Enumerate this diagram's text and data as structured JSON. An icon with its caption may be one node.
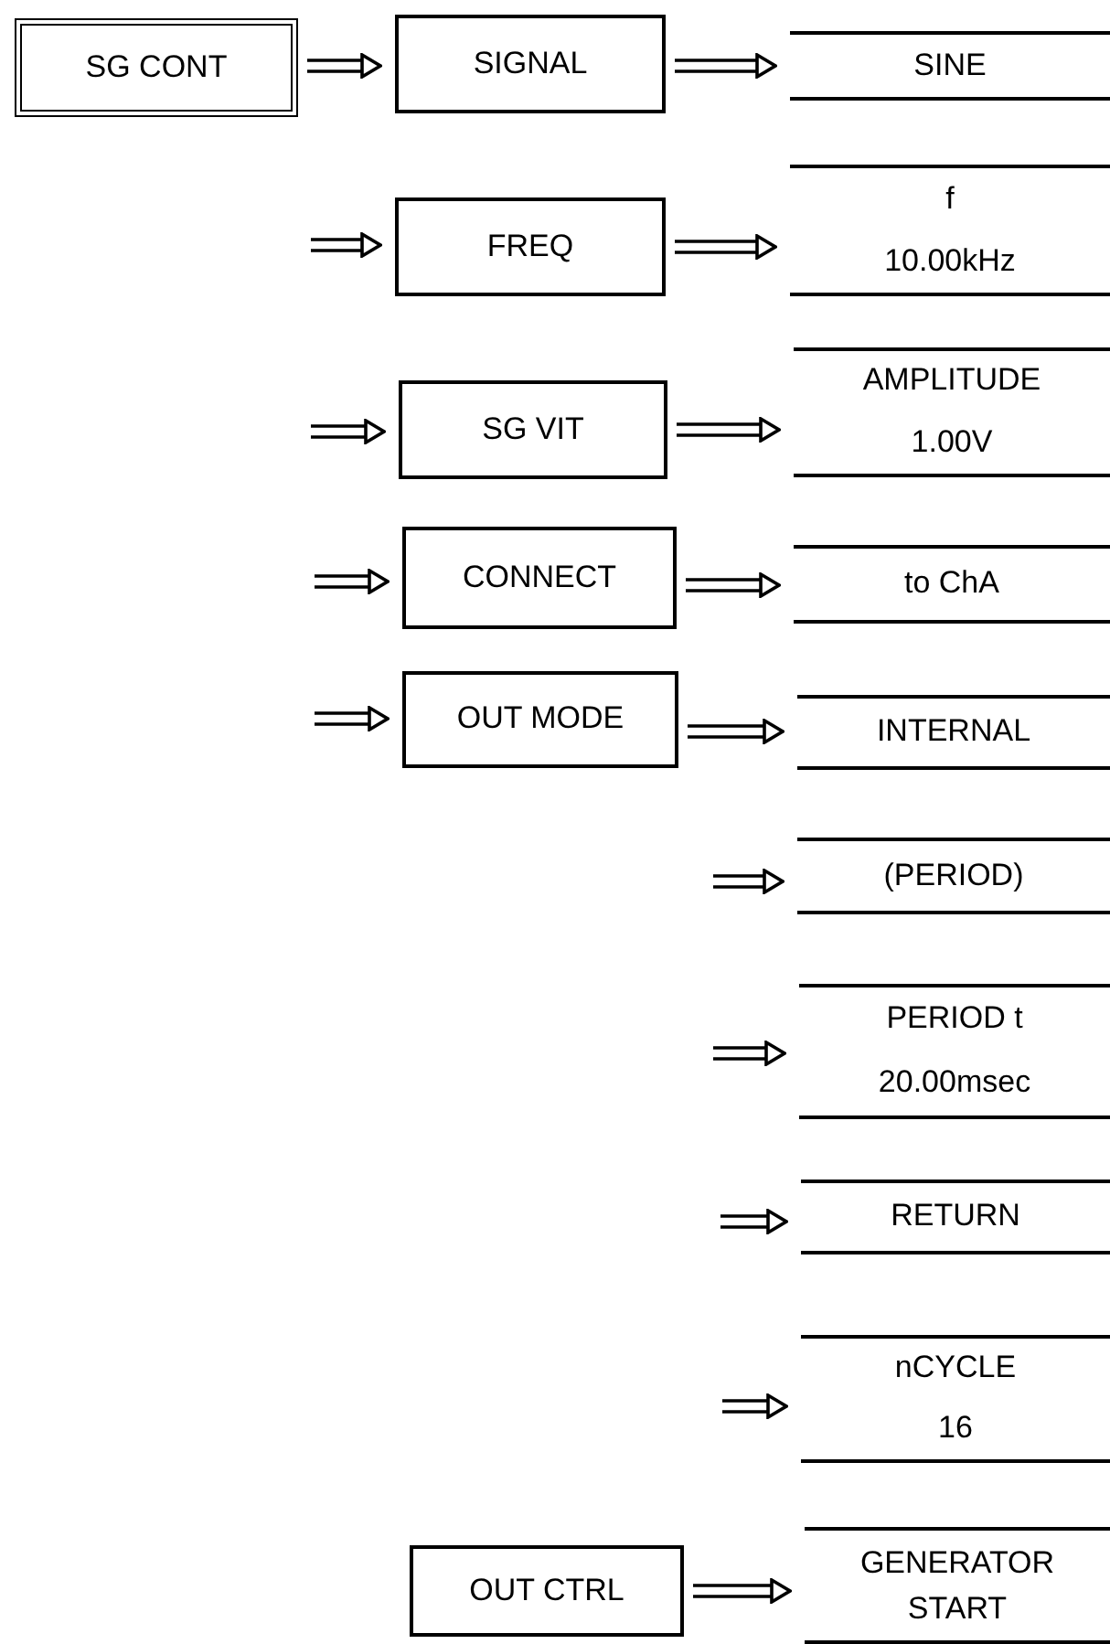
{
  "diagram": {
    "nodes": [
      {
        "text": [
          "SG CONT"
        ]
      },
      {
        "text": [
          "SIGNAL"
        ]
      },
      {
        "text": [
          "SINE"
        ]
      },
      {
        "text": [
          "FREQ"
        ]
      },
      {
        "text": [
          "f",
          "10.00kHz"
        ]
      },
      {
        "text": [
          "SG VIT"
        ]
      },
      {
        "text": [
          "AMPLITUDE",
          "1.00V"
        ]
      },
      {
        "text": [
          "CONNECT"
        ]
      },
      {
        "text": [
          "to ChA"
        ]
      },
      {
        "text": [
          "OUT MODE"
        ]
      },
      {
        "text": [
          "INTERNAL"
        ]
      },
      {
        "text": [
          "(PERIOD)"
        ]
      },
      {
        "text": [
          "PERIOD t",
          "20.00msec"
        ]
      },
      {
        "text": [
          "RETURN"
        ]
      },
      {
        "text": [
          "nCYCLE",
          "16"
        ]
      },
      {
        "text": [
          "OUT CTRL"
        ]
      },
      {
        "text": [
          "GENERATOR START"
        ]
      }
    ],
    "edges": [
      {
        "from": 0,
        "to": 1,
        "arrow": "to"
      },
      {
        "from": 1,
        "to": 2,
        "arrow": "to"
      },
      {
        "from": null,
        "to": 3,
        "arrow": "to"
      },
      {
        "from": 3,
        "to": 4,
        "arrow": "to"
      },
      {
        "from": null,
        "to": 5,
        "arrow": "to"
      },
      {
        "from": 5,
        "to": 6,
        "arrow": "to"
      },
      {
        "from": null,
        "to": 7,
        "arrow": "to"
      },
      {
        "from": 7,
        "to": 8,
        "arrow": "to"
      },
      {
        "from": null,
        "to": 9,
        "arrow": "to"
      },
      {
        "from": 9,
        "to": 10,
        "arrow": "to"
      },
      {
        "from": null,
        "to": 11,
        "arrow": "to"
      },
      {
        "from": null,
        "to": 12,
        "arrow": "to"
      },
      {
        "from": null,
        "to": 13,
        "arrow": "to"
      },
      {
        "from": null,
        "to": 14,
        "arrow": "to"
      },
      {
        "from": 15,
        "to": 16,
        "arrow": "to"
      }
    ]
  }
}
